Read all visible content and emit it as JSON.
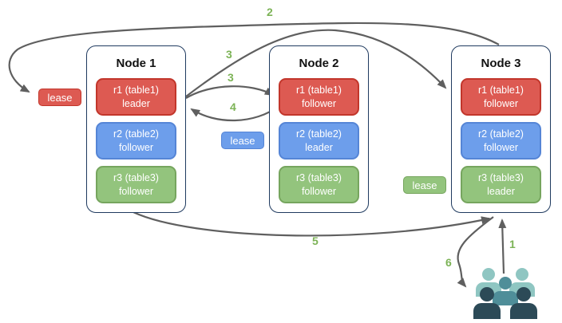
{
  "nodes": [
    {
      "title": "Node 1",
      "replicas": [
        {
          "name": "r1 (table1)",
          "role": "leader",
          "color": "red"
        },
        {
          "name": "r2 (table2)",
          "role": "follower",
          "color": "blue"
        },
        {
          "name": "r3 (table3)",
          "role": "follower",
          "color": "green"
        }
      ]
    },
    {
      "title": "Node 2",
      "replicas": [
        {
          "name": "r1 (table1)",
          "role": "follower",
          "color": "red"
        },
        {
          "name": "r2 (table2)",
          "role": "leader",
          "color": "blue"
        },
        {
          "name": "r3 (table3)",
          "role": "follower",
          "color": "green"
        }
      ]
    },
    {
      "title": "Node 3",
      "replicas": [
        {
          "name": "r1 (table1)",
          "role": "follower",
          "color": "red"
        },
        {
          "name": "r2 (table2)",
          "role": "follower",
          "color": "blue"
        },
        {
          "name": "r3 (table3)",
          "role": "leader",
          "color": "green"
        }
      ]
    }
  ],
  "leases": [
    {
      "label": "lease",
      "color": "red"
    },
    {
      "label": "lease",
      "color": "blue"
    },
    {
      "label": "lease",
      "color": "green"
    }
  ],
  "steps": {
    "step_1": "1",
    "step_2": "2",
    "step_3a": "3",
    "step_3b": "3",
    "step_4": "4",
    "step_5": "5",
    "step_6": "6"
  },
  "icons": {
    "users_group": "users-group-icon"
  },
  "colors": {
    "replica_red_fill": "#dd5a52",
    "replica_red_border": "#c2362b",
    "replica_blue_fill": "#6d9eeb",
    "replica_blue_border": "#5585d6",
    "replica_green_fill": "#93c47d",
    "replica_green_border": "#76a55e",
    "node_border": "#1f3a5f",
    "arrow_gray": "#5f5f5f",
    "step_number_green": "#7cb356",
    "users_light_teal": "#8fc6c2",
    "users_mid_teal": "#4f8e99",
    "users_dark_slate": "#2c4a57"
  }
}
